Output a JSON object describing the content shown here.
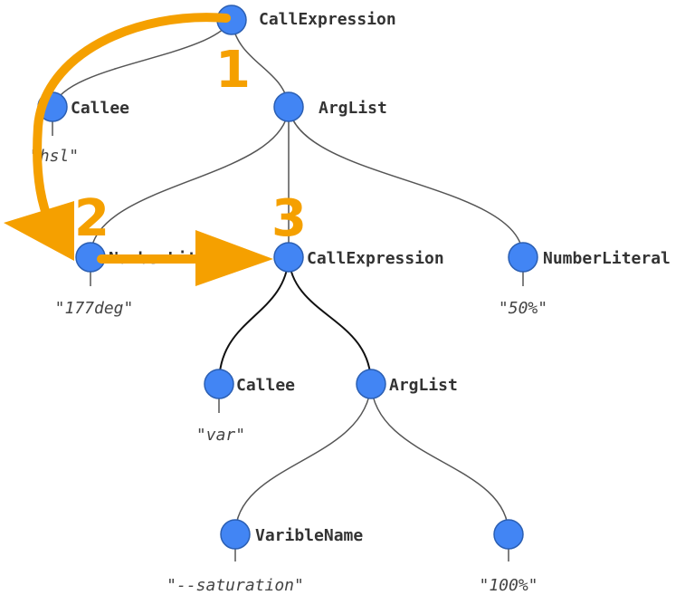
{
  "tree": {
    "nodes": [
      {
        "id": "root",
        "label": "CallExpression"
      },
      {
        "id": "callee1",
        "label": "Callee"
      },
      {
        "id": "arglist1",
        "label": "ArgList"
      },
      {
        "id": "number1",
        "label": "NumberLiteral"
      },
      {
        "id": "call2",
        "label": "CallExpression"
      },
      {
        "id": "number2",
        "label": "NumberLiteral"
      },
      {
        "id": "callee2",
        "label": "Callee"
      },
      {
        "id": "arglist2",
        "label": "ArgList"
      },
      {
        "id": "varname",
        "label": "VaribleName"
      },
      {
        "id": "number3",
        "label": ""
      }
    ],
    "values": [
      {
        "id": "v_hsl",
        "text": "\"hsl\""
      },
      {
        "id": "v_177",
        "text": "\"177deg\""
      },
      {
        "id": "v_50",
        "text": "\"50%\""
      },
      {
        "id": "v_var",
        "text": "\"var\""
      },
      {
        "id": "v_sat",
        "text": "\"--saturation\""
      },
      {
        "id": "v_100",
        "text": "\"100%\""
      }
    ]
  },
  "steps": [
    "1",
    "2",
    "3"
  ],
  "colors": {
    "node": "#4285F4",
    "arrow": "#F5A000",
    "edge": "#555555"
  }
}
